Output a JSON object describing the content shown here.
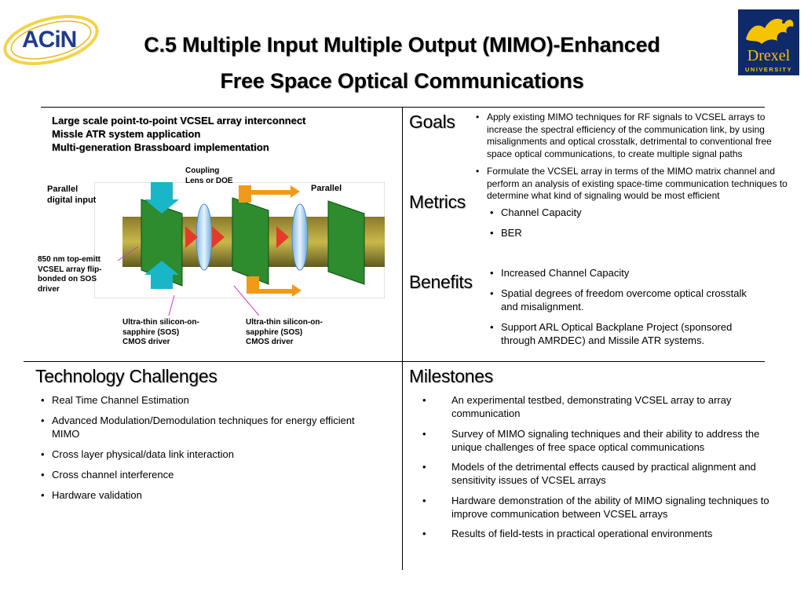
{
  "title": {
    "line1": "C.5 Multiple Input Multiple Output (MIMO)-Enhanced",
    "line2": "Free Space Optical Communications"
  },
  "logos": {
    "left": "ACiN",
    "right_name": "Drexel",
    "right_sub": "UNIVERSITY"
  },
  "colors": {
    "drexel_navy": "#0f2a6b",
    "drexel_gold": "#f5c400",
    "acin_blue": "#1f3c8c",
    "acin_yellow": "#f2d34a"
  },
  "figure": {
    "heading_lines": [
      "Large scale point-to-point VCSEL array interconnect",
      "Missle ATR system application",
      "Multi-generation Brassboard implementation"
    ],
    "labels": {
      "coupling": "Coupling\nLens or DOE",
      "parallel_in": "Parallel\ndigital input",
      "parallel_out": "Parallel",
      "vcsel": "850 nm top-emitt\nVCSEL array flip-\nbonded on SOS\ndriver",
      "sos1": "Ultra-thin silicon-on-\nsapphire (SOS)\nCMOS driver",
      "sos2": "Ultra-thin silicon-on-\nsapphire (SOS)\nCMOS driver"
    }
  },
  "goals": {
    "heading": "Goals",
    "items": [
      "Apply existing MIMO techniques for RF signals to VCSEL arrays to increase the spectral efficiency of the communication link, by using misalignments and optical crosstalk, detrimental to conventional free space optical communications, to create multiple signal paths",
      "Formulate the VCSEL array in terms of the MIMO matrix channel and perform an analysis of existing space-time communication techniques to determine what kind of signaling would be most efficient"
    ]
  },
  "metrics": {
    "heading": "Metrics",
    "items": [
      "Channel Capacity",
      "BER"
    ]
  },
  "benefits": {
    "heading": "Benefits",
    "items": [
      "Increased Channel Capacity",
      "Spatial degrees of freedom overcome optical crosstalk and misalignment.",
      "Support ARL Optical Backplane Project (sponsored through AMRDEC) and Missile ATR systems."
    ]
  },
  "challenges": {
    "heading": "Technology Challenges",
    "items": [
      "Real Time Channel Estimation",
      "Advanced Modulation/Demodulation techniques for energy efficient MIMO",
      "Cross layer physical/data link interaction",
      "Cross channel interference",
      "Hardware validation"
    ]
  },
  "milestones": {
    "heading": "Milestones",
    "items": [
      "An experimental testbed, demonstrating VCSEL array to array communication",
      "Survey of MIMO signaling techniques and their ability to address the unique challenges of free space optical communications",
      "Models of the detrimental effects caused by practical alignment and sensitivity issues of VCSEL arrays",
      "Hardware demonstration of the ability of MIMO signaling techniques to improve communication between VCSEL arrays",
      "Results of field-tests in practical operational environments"
    ]
  }
}
